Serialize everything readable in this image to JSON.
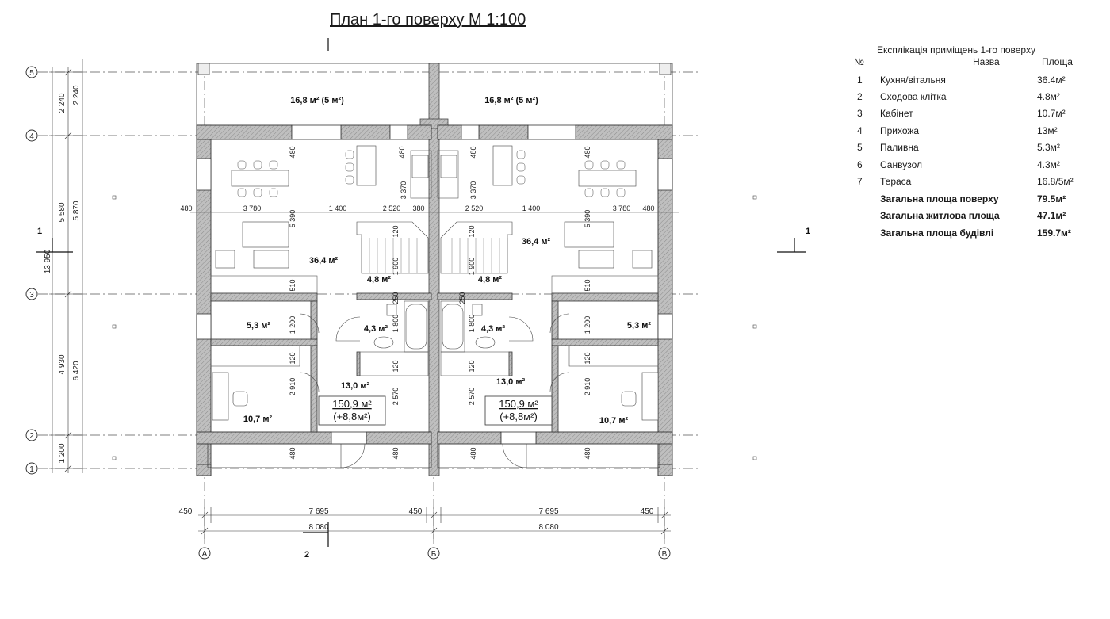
{
  "title": "План 1-го поверху М 1:100",
  "explication": {
    "title": "Експлікація приміщень 1-го поверху",
    "header_no": "№",
    "header_name": "Назва",
    "header_area": "Площа",
    "rows": [
      {
        "no": "1",
        "name": "Кухня/вітальня",
        "area": "36.4м²"
      },
      {
        "no": "2",
        "name": "Сходова клітка",
        "area": "4.8м²"
      },
      {
        "no": "3",
        "name": "Кабінет",
        "area": "10.7м²"
      },
      {
        "no": "4",
        "name": "Прихожа",
        "area": "13м²"
      },
      {
        "no": "5",
        "name": "Паливна",
        "area": "5.3м²"
      },
      {
        "no": "6",
        "name": "Санвузол",
        "area": "4.3м²"
      },
      {
        "no": "7",
        "name": "Тераса",
        "area": "16.8/5м²"
      }
    ],
    "totals": [
      {
        "name": "Загальна площа поверху",
        "area": "79.5м²"
      },
      {
        "name": "Загальна житлова площа",
        "area": "47.1м²"
      },
      {
        "name": "Загальна площа будівлі",
        "area": "159.7м²"
      }
    ]
  },
  "axes": {
    "rows": [
      "5",
      "4",
      "3",
      "2",
      "1"
    ],
    "cols": [
      "А",
      "Б",
      "В"
    ]
  },
  "rooms": {
    "terrace_left": "16,8 м² (5 м²)",
    "terrace_right": "16,8 м² (5 м²)",
    "living_left": "36,4 м²",
    "living_right": "36,4 м²",
    "stair_left": "4,8 м²",
    "stair_right": "4,8 м²",
    "boiler_left": "5,3 м²",
    "boiler_right": "5,3 м²",
    "bath_left": "4,3 м²",
    "bath_right": "4,3 м²",
    "hall_left": "13,0 м²",
    "hall_right": "13,0 м²",
    "office_left": "10,7 м²",
    "office_right": "10,7 м²",
    "total_left": "150,9 м²",
    "total_left_extra": "(+8,8м²)",
    "total_right": "150,9 м²",
    "total_right_extra": "(+8,8м²)"
  },
  "dims": {
    "left_outer": "13 950",
    "left_mid_a": "5 870",
    "left_mid_b": "6 420",
    "left_inner_a": "2 240",
    "left_inner_b": "5 580",
    "left_inner_c": "4 930",
    "left_inner_d": "1 200",
    "top_a": "2 240",
    "bottom_half": "8 080",
    "bottom_half_r": "8 080",
    "bottom_in_l": "7 695",
    "bottom_in_r": "7 695",
    "bottom_450_1": "450",
    "bottom_450_2": "450",
    "bottom_450_3": "450",
    "inner_480_l": "480",
    "inner_3780_l": "3 780",
    "inner_1400_l": "1 400",
    "inner_2520_l": "2 520",
    "inner_380": "380",
    "inner_2520_r": "2 520",
    "inner_1400_r": "1 400",
    "inner_3780_r": "3 780",
    "inner_480_r": "480",
    "v_480": "480",
    "v_3370": "3 370",
    "v_5390": "5 390",
    "v_510": "510",
    "v_1200": "1 200",
    "v_120": "120",
    "v_2910": "2 910",
    "v_1900": "1 900",
    "v_1800": "1 800",
    "v_2570": "2 570",
    "v_250": "250"
  },
  "sections": {
    "s1_left": "1",
    "s1_right": "1",
    "s2": "2"
  }
}
